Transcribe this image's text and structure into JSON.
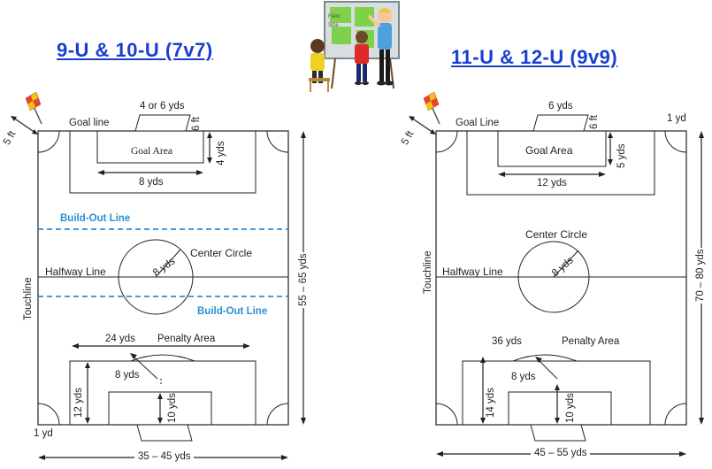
{
  "left": {
    "heading": "9-U & 10-U (7v7)",
    "corner_dim": "5 ft",
    "goal_line": "Goal line",
    "goal_width": "4 or 6 yds",
    "goal_depth": "6 ft",
    "goal_area": "Goal Area",
    "goal_area_depth": "4 yds",
    "goal_area_width": "8 yds",
    "build_out_top": "Build-Out Line",
    "build_out_bottom": "Build-Out Line",
    "center_circle": "Center Circle",
    "center_radius": "8 yds",
    "halfway_line": "Halfway Line",
    "touchline": "Touchline",
    "length": "55 – 65 yds",
    "penalty_width": "24 yds",
    "penalty_area": "Penalty Area",
    "penalty_depth": "12 yds",
    "penalty_arc": "8 yds",
    "goal_area_bottom_depth": "10 yds",
    "corner_radius": "1 yd",
    "width": "35 – 45 yds"
  },
  "right": {
    "heading": "11-U & 12-U (9v9)",
    "corner_dim": "5 ft",
    "goal_line": "Goal Line",
    "goal_width": "6 yds",
    "goal_depth": "6 ft",
    "corner_radius": "1 yd",
    "goal_area": "Goal Area",
    "goal_area_depth": "5 yds",
    "goal_area_width": "12 yds",
    "center_circle": "Center Circle",
    "center_radius": "8 yds",
    "halfway_line": "Halfway Line",
    "touchline": "Touchline",
    "length": "70 – 80 yds",
    "penalty_width": "36 yds",
    "penalty_area": "Penalty Area",
    "penalty_depth": "14 yds",
    "penalty_arc": "8 yds",
    "goal_area_bottom_depth": "10 yds",
    "width": "45 – 55 yds"
  },
  "clipart": {
    "board_text_1": "Field",
    "board_text_2": "Size"
  },
  "colors": {
    "heading": "#1a3fd0",
    "build_out": "#2a8fd6",
    "flag_red": "#e8452a",
    "flag_yellow": "#f3c21a"
  }
}
